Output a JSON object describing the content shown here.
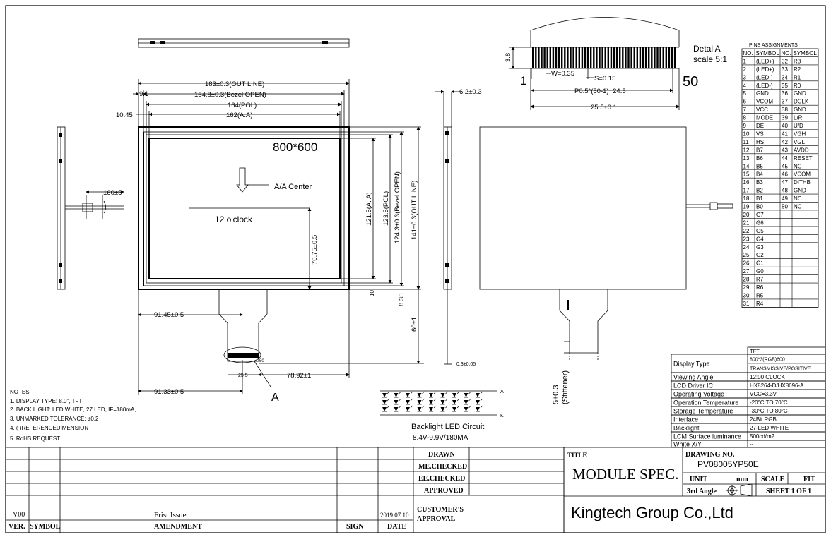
{
  "drawing": {
    "resolution_label": "800*600",
    "aa_center_label": "A/A Center",
    "clock_label": "12 o'clock",
    "outline_w": "183±0.3(OUT LINE)",
    "bezel_w": "164.8±0.3(Bezel OPEN)",
    "pol_w": "164(POL)",
    "aa_w": "162(A.A)",
    "left_9_1": "9.1",
    "left_10_45": "10.45",
    "cable_len": "160±5",
    "x_91_45": "91.45±0.5",
    "x_91_33": "91.33±0.5",
    "x_78_92": "78.92±1",
    "x_25_5_small": "25.5",
    "fpc_50": "50",
    "y_70_75": "70.75±0.5",
    "y_121_5": "121.5(A. A)",
    "y_123_5": "123.5(POL)",
    "y_124_3": "124.3±0.3(Bezel OPEN)",
    "y_141": "141±0.3(OUT LINE)",
    "y_10": "10",
    "y_8_35": "8.35",
    "y_60": "60±1",
    "y_0_3": "0.3±0.05",
    "thickness": "6.2±0.3",
    "stiffener": "5±0.3\n(Stiffener)",
    "detail_a_label": "A",
    "detail_title": "Detal A",
    "detail_scale": "scale 5:1",
    "detail_h": "3.8",
    "detail_w": "W=0.35",
    "detail_s": "S=0.15",
    "detail_pitch": "P0.5*(50-1)=24.5",
    "detail_total": "25.5±0.1",
    "detail_pin1": "1",
    "detail_pin50": "50",
    "led_title": "Backlight LED Circuit",
    "led_voltage": "8.4V-9.9V/180MA",
    "led_a": "A",
    "led_k": "K"
  },
  "notes": {
    "title": "NOTES:",
    "items": [
      "1. DISPLAY TYPE:  8.0\", TFT",
      "2. BACK LIGHT: LED WHITE, 27 LED, IF=180mA,",
      "3. UNMARKED TOLERANCE: ±0.2",
      "4. (    )REFERENCEDIMENSION",
      "5. RoHS REQUEST"
    ]
  },
  "pins": {
    "title": "PINS ASSIGNMENTS",
    "headers": [
      "NO.",
      "SYMBOL",
      "NO.",
      "SYMBOL"
    ],
    "left": [
      [
        "1",
        "(LED+)"
      ],
      [
        "2",
        "(LED+)"
      ],
      [
        "3",
        "(LED-)"
      ],
      [
        "4",
        "(LED-)"
      ],
      [
        "5",
        "GND"
      ],
      [
        "6",
        "VCOM"
      ],
      [
        "7",
        "VCC"
      ],
      [
        "8",
        "MODE"
      ],
      [
        "9",
        "DE"
      ],
      [
        "10",
        "VS"
      ],
      [
        "11",
        "HS"
      ],
      [
        "12",
        "B7"
      ],
      [
        "13",
        "B6"
      ],
      [
        "14",
        "B5"
      ],
      [
        "15",
        "B4"
      ],
      [
        "16",
        "B3"
      ],
      [
        "17",
        "B2"
      ],
      [
        "18",
        "B1"
      ],
      [
        "19",
        "B0"
      ],
      [
        "20",
        "G7"
      ],
      [
        "21",
        "G6"
      ],
      [
        "22",
        "G5"
      ],
      [
        "23",
        "G4"
      ],
      [
        "24",
        "G3"
      ],
      [
        "25",
        "G2"
      ],
      [
        "26",
        "G1"
      ],
      [
        "27",
        "G0"
      ],
      [
        "28",
        "R7"
      ],
      [
        "29",
        "R6"
      ],
      [
        "30",
        "R5"
      ],
      [
        "31",
        "R4"
      ]
    ],
    "right": [
      [
        "32",
        "R3"
      ],
      [
        "33",
        "R2"
      ],
      [
        "34",
        "R1"
      ],
      [
        "35",
        "R0"
      ],
      [
        "36",
        "GND"
      ],
      [
        "37",
        "DCLK"
      ],
      [
        "38",
        "GND"
      ],
      [
        "39",
        "L/R"
      ],
      [
        "40",
        "U/D"
      ],
      [
        "41",
        "VGH"
      ],
      [
        "42",
        "VGL"
      ],
      [
        "43",
        "AVDD"
      ],
      [
        "44",
        "RESET"
      ],
      [
        "45",
        "NC"
      ],
      [
        "46",
        "VCOM"
      ],
      [
        "47",
        "DITHB"
      ],
      [
        "48",
        "GND"
      ],
      [
        "49",
        "NC"
      ],
      [
        "50",
        "NC"
      ]
    ]
  },
  "specs": {
    "header": "TFT",
    "rows": [
      {
        "label": "Display Type",
        "value": "800*3(RGB)600\nTRANSMISSIVE/POSITIVE"
      },
      {
        "label": "Viewing Angle",
        "value": "12:00 CLOCK"
      },
      {
        "label": "LCD Driver IC",
        "value": "HX8264-D/HX8696-A"
      },
      {
        "label": "Operating Voltage",
        "value": "VCC=3.3V"
      },
      {
        "label": "Operation Temperature",
        "value": "-20°C TO 70°C"
      },
      {
        "label": "Storage Temperature",
        "value": "-30°C TO 80°C"
      },
      {
        "label": "Interface",
        "value": "24Bit RGB"
      },
      {
        "label": "Backlight",
        "value": "27-LED WHITE"
      },
      {
        "label": "LCM Surface luminance",
        "value": "500cd/m2"
      },
      {
        "label": "White X/Y",
        "value": "--"
      }
    ]
  },
  "title_block": {
    "drawn": "DRAWN",
    "me_checked": "ME.CHECKED",
    "ee_checked": "EE.CHECKED",
    "approved": "APPROVED",
    "customer_approval": "CUSTOMER'S\nAPPROVAL",
    "ver": "VER.",
    "symbol": "SYMBOL",
    "amendment": "AMENDMENT",
    "sign": "SIGN",
    "date": "DATE",
    "rev_ver": "V00",
    "rev_text": "Frist Issue",
    "rev_date": "2019.07.10",
    "title_label": "TITLE",
    "title_value": "MODULE SPEC.",
    "drawing_no_label": "DRAWING NO.",
    "drawing_no": "PV08005YP50E",
    "unit_label": "UNIT",
    "unit_value": "mm",
    "scale_label": "SCALE",
    "scale_value": "FIT",
    "angle_label": "3rd Angle",
    "sheet": "SHEET 1 OF 1",
    "company": "Kingtech Group Co.,Ltd"
  }
}
